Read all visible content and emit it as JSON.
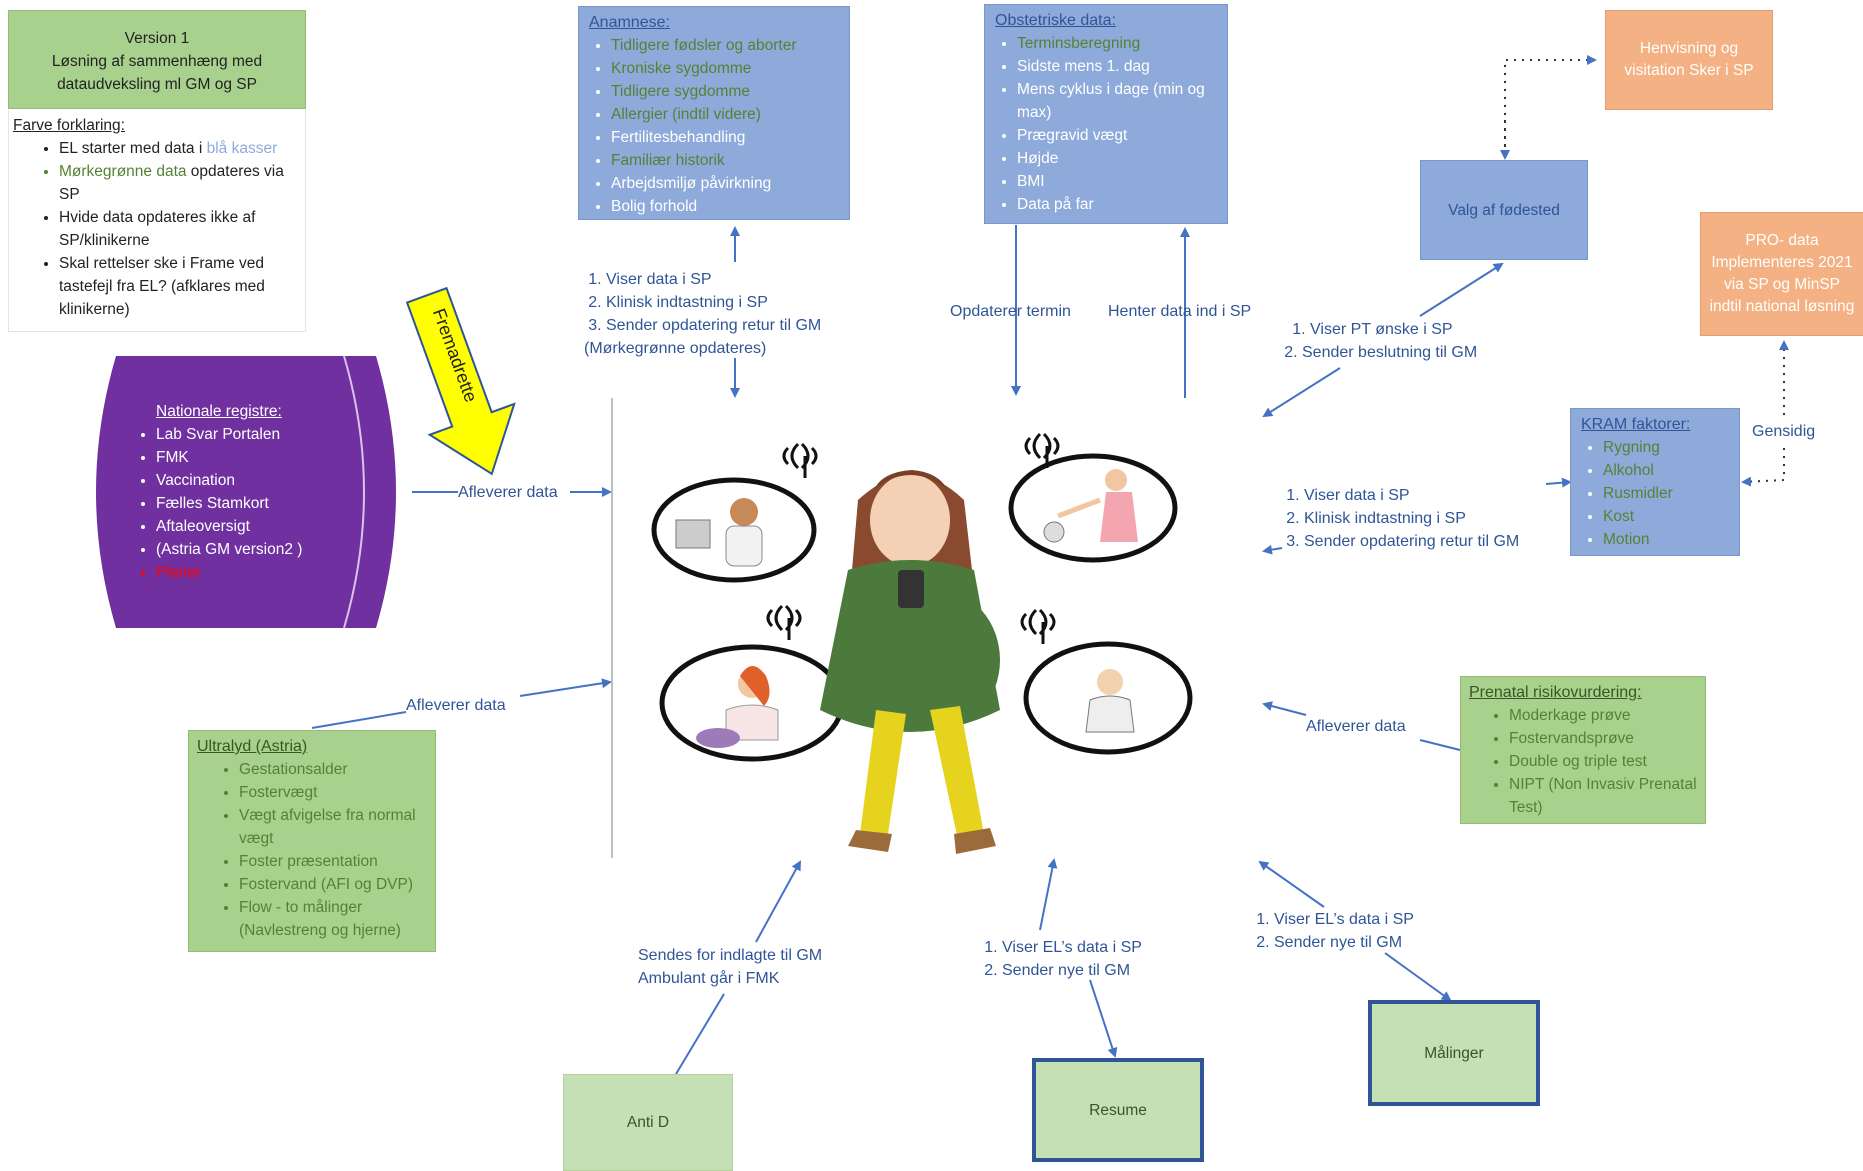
{
  "version": {
    "title": "Version 1",
    "subtitle": "Løsning af sammenhæng med dataudveksling ml GM og SP"
  },
  "legend": {
    "heading": "Farve forklaring:",
    "item1_text": "EL starter med data i ",
    "item1_highlight": "blå kasser",
    "item2_highlight": "Mørkegrønne data",
    "item2_text": " opdateres via SP",
    "item3": "Hvide data opdateres ikke af SP/klinikerne",
    "item4": "Skal rettelser ske i Frame ved tastefejl fra EL? (afklares med klinikerne)"
  },
  "nationale": {
    "heading": "Nationale registre:",
    "items": [
      "Lab Svar Portalen",
      "FMK",
      "Vaccination",
      "Fælles Stamkort",
      "Aftaleoversigt",
      "(Astria GM version2 )"
    ],
    "last_item": "Planer"
  },
  "fremadrettet": "Fremadrette",
  "anamnese": {
    "heading": "Anamnese:",
    "items_dark": [
      "Tidligere fødsler og aborter",
      "Kroniske sygdomme",
      "Tidligere sygdomme",
      "Allergier (indtil videre)"
    ],
    "items_white": [
      "Fertilitesbehandling"
    ],
    "items_dark2": [
      "Familiær historik"
    ],
    "items_white2": [
      "Arbejdsmiljø påvirkning",
      "Bolig forhold"
    ]
  },
  "obstetriske": {
    "heading": "Obstetriske data:",
    "items_dark": [
      "Terminsberegning"
    ],
    "items_white": [
      "Sidste mens 1. dag",
      "Mens cyklus i dage (min og max)",
      "Prægravid vægt",
      "Højde",
      "BMI",
      "Data på far"
    ]
  },
  "henvisning": "Henvisning og visitation Sker i SP",
  "valg": "Valg af fødested",
  "pro": "PRO- data Implementeres 2021 via SP og MinSP indtil national løsning",
  "kram": {
    "heading": "KRAM faktorer:",
    "items": [
      "Rygning",
      "Alkohol",
      "Rusmidler",
      "Kost",
      "Motion"
    ]
  },
  "gensidig": "Gensidig",
  "ultralyd": {
    "heading": "Ultralyd (Astria)",
    "items": [
      "Gestationsalder",
      "Fostervægt",
      "Vægt afvigelse fra normal vægt",
      "Foster præsentation",
      "Fostervand (AFI og DVP)",
      "Flow - to målinger (Navlestreng og hjerne)"
    ]
  },
  "prenatal": {
    "heading": "Prenatal risikovurdering:",
    "items": [
      "Moderkage prøve",
      "Fostervandsprøve",
      "Double og triple test",
      "NIPT (Non Invasiv Prenatal Test)"
    ]
  },
  "antid": "Anti D",
  "resume": "Resume",
  "malinger": "Målinger",
  "labels": {
    "anamnese_steps": [
      "Viser data i SP",
      "Klinisk indtastning i SP",
      "Sender opdatering retur til GM"
    ],
    "anamnese_note": "(Mørkegrønne opdateres)",
    "opdaterer": "Opdaterer termin",
    "henter": "Henter data ind i SP",
    "valg_steps": [
      "Viser PT ønske i SP",
      "Sender beslutning til GM"
    ],
    "kram_steps": [
      "Viser data i SP",
      "Klinisk indtastning i SP",
      "Sender opdatering retur til GM"
    ],
    "afleverer1": "Afleverer data",
    "afleverer2": "Afleverer data",
    "afleverer3": "Afleverer data",
    "antid_l1": "Sendes for indlagte til GM",
    "antid_l2": "Ambulant går i FMK",
    "resume_steps": [
      "Viser EL’s data i SP",
      "Sender nye til GM"
    ],
    "malinger_steps": [
      "Viser EL’s data i SP",
      "Sender nye til GM"
    ]
  },
  "colors": {
    "blue_box": "#8eaadb",
    "green_box": "#a9d18e",
    "orange_box": "#f4b183",
    "purple": "#7030a0",
    "arrow": "#4472c4",
    "dark_green_text": "#548235",
    "red": "#ff0000"
  }
}
